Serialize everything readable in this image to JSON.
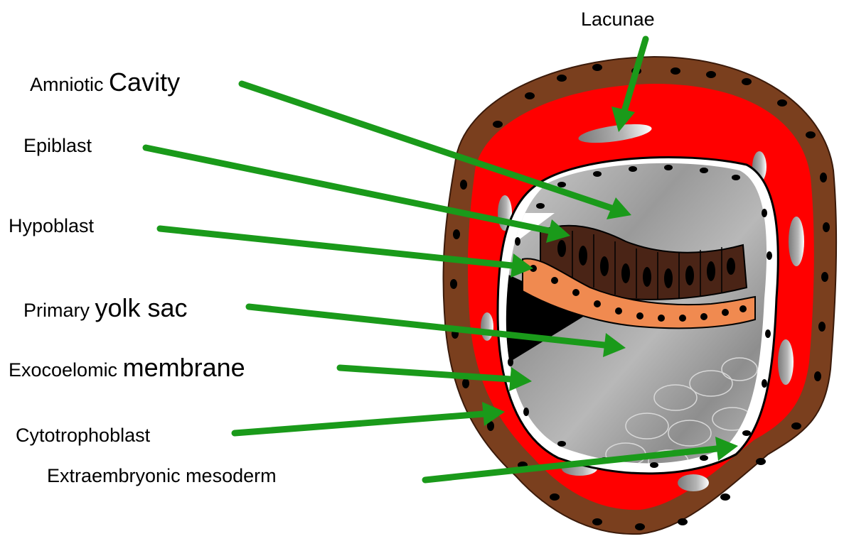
{
  "labels": {
    "lacunae": "Lacunae",
    "amniotic_a": "Amniotic ",
    "amniotic_b": "Cavity",
    "epiblast": "Epiblast",
    "hypoblast": "Hypoblast",
    "yolk_a": "Primary ",
    "yolk_b": "yolk sac",
    "exo_a": "Exocoelomic ",
    "exo_b": "membrane",
    "cyto": "Cytotrophoblast",
    "extra": "Extraembryonic mesoderm"
  },
  "colors": {
    "arrow": "#1a9a1a",
    "cytotrophoblast": "#7a3f1e",
    "mesoderm": "#ff0000",
    "epiblast": "#4a2416",
    "hypoblast": "#f08a50",
    "cavity": "#a0a0a0",
    "lacuna": "#9a9a9a"
  }
}
